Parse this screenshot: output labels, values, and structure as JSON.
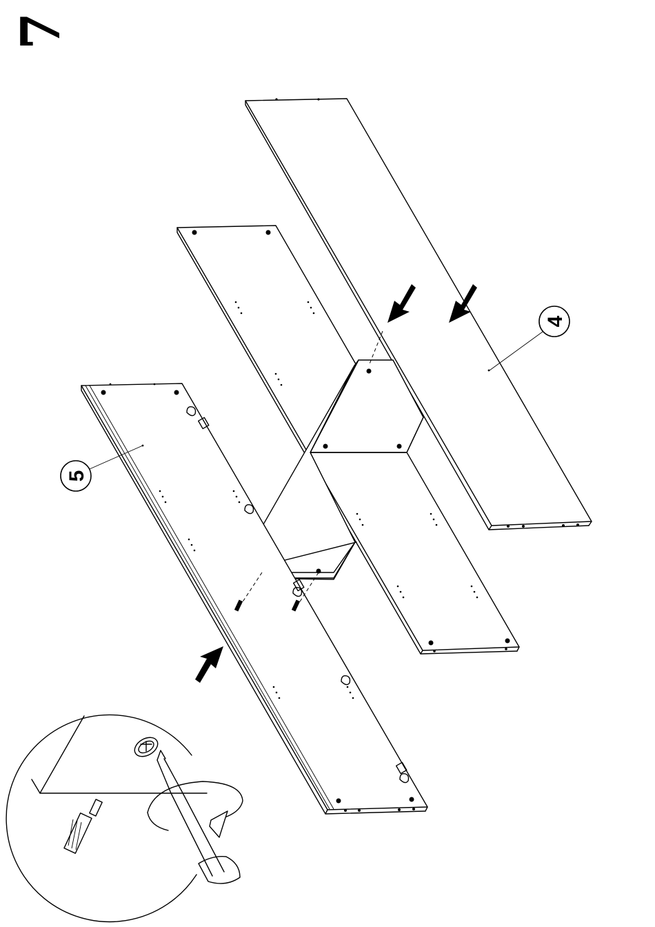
{
  "step": {
    "number": "7"
  },
  "callouts": [
    {
      "id": "part-4",
      "label": "4"
    },
    {
      "id": "part-5",
      "label": "5"
    }
  ],
  "colors": {
    "ink": "#000000",
    "paper": "#ffffff"
  },
  "icons": [
    "step-number",
    "panel-4",
    "panel-5",
    "middle-panel",
    "bottom-panel",
    "screw",
    "cam-lock",
    "push-arrow",
    "screwdriver-icon",
    "rotate-arrow-icon",
    "detail-magnifier"
  ]
}
